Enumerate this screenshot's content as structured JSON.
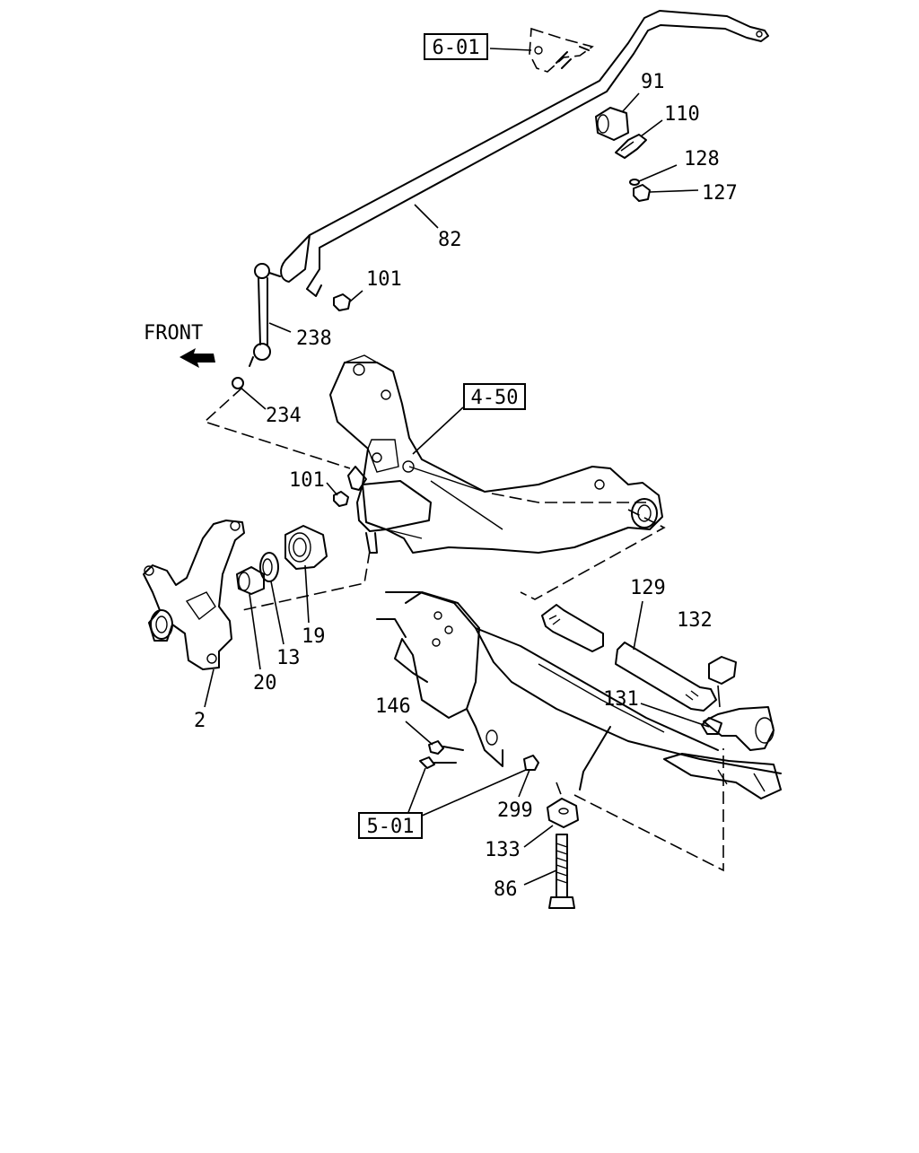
{
  "diagram": {
    "orientation_label": "FRONT",
    "reference_boxes": [
      {
        "id": "ref-6-01",
        "text": "6-01"
      },
      {
        "id": "ref-4-50",
        "text": "4-50"
      },
      {
        "id": "ref-5-01",
        "text": "5-01"
      }
    ],
    "callouts": [
      {
        "id": "callout-91",
        "text": "91"
      },
      {
        "id": "callout-110",
        "text": "110"
      },
      {
        "id": "callout-128",
        "text": "128"
      },
      {
        "id": "callout-127",
        "text": "127"
      },
      {
        "id": "callout-82",
        "text": "82"
      },
      {
        "id": "callout-101-top",
        "text": "101"
      },
      {
        "id": "callout-238",
        "text": "238"
      },
      {
        "id": "callout-234",
        "text": "234"
      },
      {
        "id": "callout-101-mid",
        "text": "101"
      },
      {
        "id": "callout-19",
        "text": "19"
      },
      {
        "id": "callout-13",
        "text": "13"
      },
      {
        "id": "callout-20",
        "text": "20"
      },
      {
        "id": "callout-2",
        "text": "2"
      },
      {
        "id": "callout-129",
        "text": "129"
      },
      {
        "id": "callout-132",
        "text": "132"
      },
      {
        "id": "callout-131",
        "text": "131"
      },
      {
        "id": "callout-146",
        "text": "146"
      },
      {
        "id": "callout-299",
        "text": "299"
      },
      {
        "id": "callout-133",
        "text": "133"
      },
      {
        "id": "callout-86",
        "text": "86"
      }
    ]
  }
}
